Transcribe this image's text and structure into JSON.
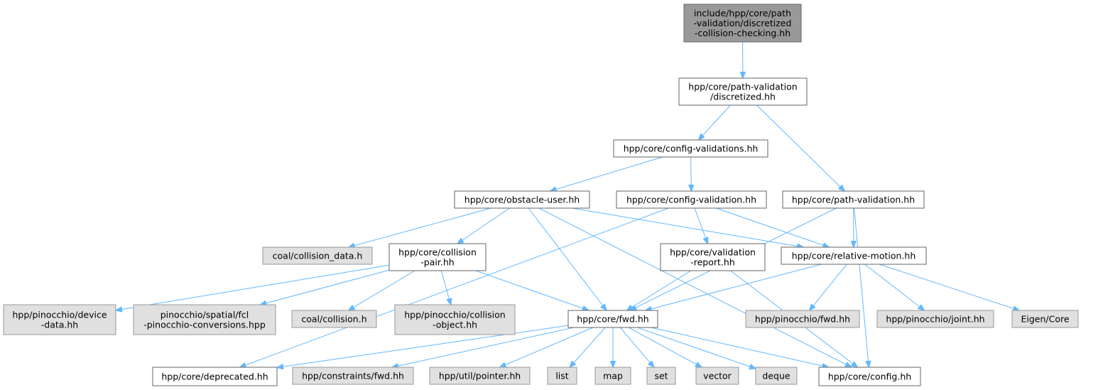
{
  "colors": {
    "root_fill": "#999999",
    "doc_fill": "#ffffff",
    "external_fill": "#e0e0e0",
    "root_border": "#666666",
    "doc_border": "#666666",
    "external_border": "#999999",
    "edge": "#63b8ff"
  },
  "nodes": [
    {
      "id": "root",
      "kind": "root",
      "lines": [
        "include/hpp/core/path",
        "-validation/discretized",
        "-collision-checking.hh"
      ]
    },
    {
      "id": "pv_discretized",
      "kind": "doc",
      "lines": [
        "hpp/core/path-validation",
        "/discretized.hh"
      ]
    },
    {
      "id": "config_validations",
      "kind": "doc",
      "lines": [
        "hpp/core/config-validations.hh"
      ]
    },
    {
      "id": "obstacle_user",
      "kind": "doc",
      "lines": [
        "hpp/core/obstacle-user.hh"
      ]
    },
    {
      "id": "config_validation",
      "kind": "doc",
      "lines": [
        "hpp/core/config-validation.hh"
      ]
    },
    {
      "id": "path_validation",
      "kind": "doc",
      "lines": [
        "hpp/core/path-validation.hh"
      ]
    },
    {
      "id": "coal_collision_data",
      "kind": "external",
      "lines": [
        "coal/collision_data.h"
      ]
    },
    {
      "id": "collision_pair",
      "kind": "doc",
      "lines": [
        "hpp/core/collision",
        "-pair.hh"
      ]
    },
    {
      "id": "validation_report",
      "kind": "doc",
      "lines": [
        "hpp/core/validation",
        "-report.hh"
      ]
    },
    {
      "id": "relative_motion",
      "kind": "doc",
      "lines": [
        "hpp/core/relative-motion.hh"
      ]
    },
    {
      "id": "device_data",
      "kind": "external",
      "lines": [
        "hpp/pinocchio/device",
        "-data.hh"
      ]
    },
    {
      "id": "fcl_pinocchio",
      "kind": "external",
      "lines": [
        "pinocchio/spatial/fcl",
        "-pinocchio-conversions.hpp"
      ]
    },
    {
      "id": "coal_collision",
      "kind": "external",
      "lines": [
        "coal/collision.h"
      ]
    },
    {
      "id": "collision_object",
      "kind": "external",
      "lines": [
        "hpp/pinocchio/collision",
        "-object.hh"
      ]
    },
    {
      "id": "core_fwd",
      "kind": "doc",
      "lines": [
        "hpp/core/fwd.hh"
      ]
    },
    {
      "id": "pinocchio_fwd",
      "kind": "external",
      "lines": [
        "hpp/pinocchio/fwd.hh"
      ]
    },
    {
      "id": "pinocchio_joint",
      "kind": "external",
      "lines": [
        "hpp/pinocchio/joint.hh"
      ]
    },
    {
      "id": "eigen_core",
      "kind": "external",
      "lines": [
        "Eigen/Core"
      ]
    },
    {
      "id": "deprecated",
      "kind": "doc",
      "lines": [
        "hpp/core/deprecated.hh"
      ]
    },
    {
      "id": "constraints_fwd",
      "kind": "external",
      "lines": [
        "hpp/constraints/fwd.hh"
      ]
    },
    {
      "id": "util_pointer",
      "kind": "external",
      "lines": [
        "hpp/util/pointer.hh"
      ]
    },
    {
      "id": "list",
      "kind": "external",
      "lines": [
        "list"
      ]
    },
    {
      "id": "map",
      "kind": "external",
      "lines": [
        "map"
      ]
    },
    {
      "id": "set",
      "kind": "external",
      "lines": [
        "set"
      ]
    },
    {
      "id": "vector",
      "kind": "external",
      "lines": [
        "vector"
      ]
    },
    {
      "id": "deque",
      "kind": "external",
      "lines": [
        "deque"
      ]
    },
    {
      "id": "config",
      "kind": "doc",
      "lines": [
        "hpp/core/config.hh"
      ]
    }
  ],
  "edges": [
    [
      "root",
      "pv_discretized"
    ],
    [
      "pv_discretized",
      "config_validations"
    ],
    [
      "pv_discretized",
      "path_validation"
    ],
    [
      "config_validations",
      "obstacle_user"
    ],
    [
      "config_validations",
      "config_validation"
    ],
    [
      "obstacle_user",
      "coal_collision_data"
    ],
    [
      "obstacle_user",
      "collision_pair"
    ],
    [
      "obstacle_user",
      "relative_motion"
    ],
    [
      "obstacle_user",
      "core_fwd"
    ],
    [
      "obstacle_user",
      "config"
    ],
    [
      "config_validation",
      "deprecated"
    ],
    [
      "config_validation",
      "validation_report"
    ],
    [
      "config_validation",
      "relative_motion"
    ],
    [
      "path_validation",
      "core_fwd"
    ],
    [
      "path_validation",
      "relative_motion"
    ],
    [
      "path_validation",
      "config"
    ],
    [
      "collision_pair",
      "device_data"
    ],
    [
      "collision_pair",
      "fcl_pinocchio"
    ],
    [
      "collision_pair",
      "coal_collision"
    ],
    [
      "collision_pair",
      "collision_object"
    ],
    [
      "collision_pair",
      "core_fwd"
    ],
    [
      "validation_report",
      "core_fwd"
    ],
    [
      "validation_report",
      "config"
    ],
    [
      "relative_motion",
      "core_fwd"
    ],
    [
      "relative_motion",
      "pinocchio_fwd"
    ],
    [
      "relative_motion",
      "pinocchio_joint"
    ],
    [
      "relative_motion",
      "eigen_core"
    ],
    [
      "core_fwd",
      "deprecated"
    ],
    [
      "core_fwd",
      "constraints_fwd"
    ],
    [
      "core_fwd",
      "util_pointer"
    ],
    [
      "core_fwd",
      "list"
    ],
    [
      "core_fwd",
      "map"
    ],
    [
      "core_fwd",
      "set"
    ],
    [
      "core_fwd",
      "vector"
    ],
    [
      "core_fwd",
      "deque"
    ],
    [
      "core_fwd",
      "config"
    ]
  ]
}
